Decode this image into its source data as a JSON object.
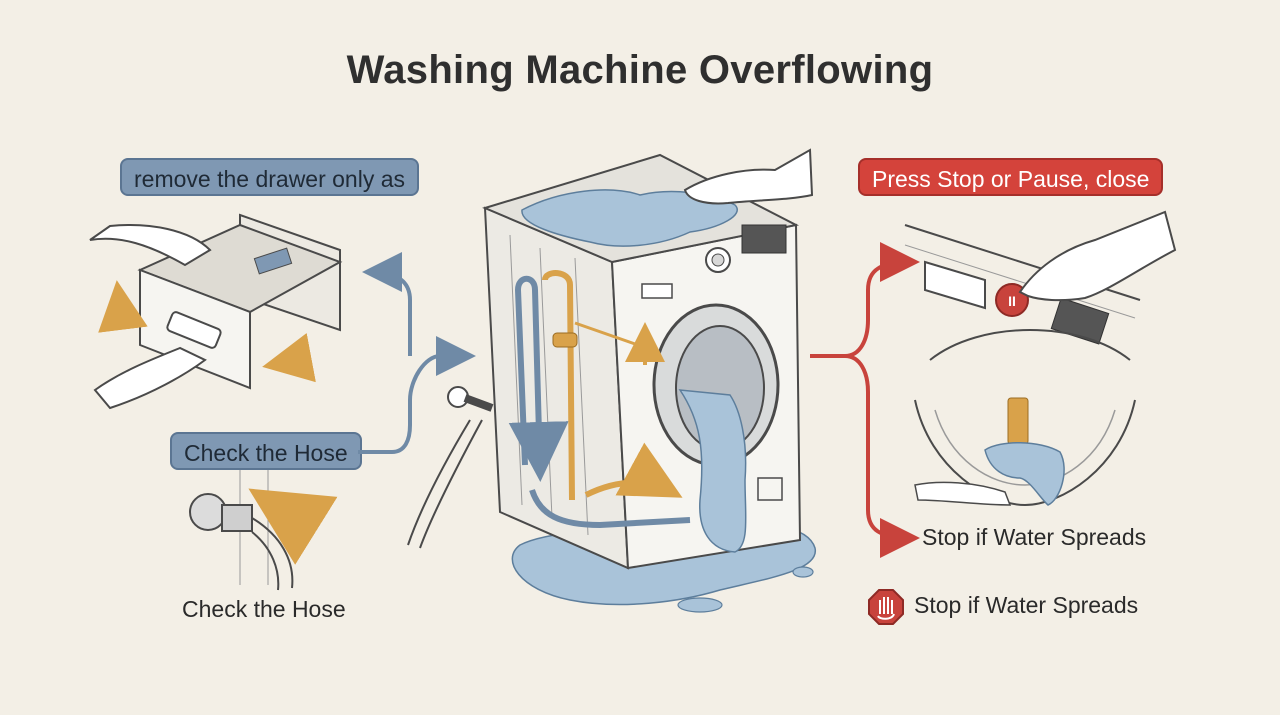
{
  "title": "Washing Machine Overflowing",
  "left": {
    "drawer_label": "remove the drawer only as",
    "hose_label_box": "Check the Hose",
    "hose_label_plain": "Check the Hose"
  },
  "right": {
    "stop_label_box": "Press Stop or Pause, close",
    "spread_label_arrow": "Stop if Water Spreads",
    "spread_label_icon": "Stop if Water Spreads",
    "pause_symbol": "II"
  },
  "colors": {
    "background": "#f3efe6",
    "water": "#a9c3d9",
    "blue_arrow": "#6f8aa6",
    "red_arrow": "#c8433c",
    "orange_arrow": "#d9a24a",
    "line": "#4a4a4a"
  },
  "icons": [
    "hand-icon",
    "drawer-icon",
    "hose-icon",
    "washing-machine-icon",
    "stop-hand-icon",
    "water-puddle-icon"
  ]
}
